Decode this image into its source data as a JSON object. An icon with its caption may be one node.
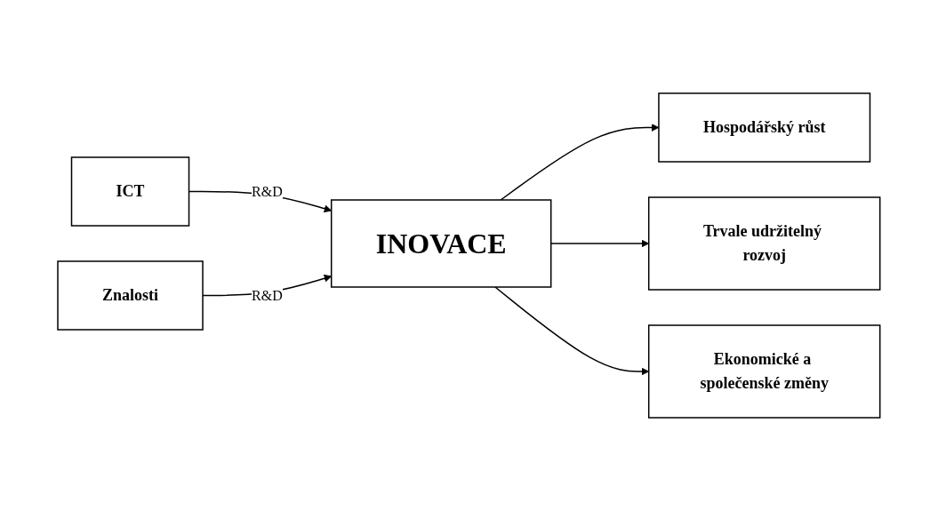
{
  "diagram": {
    "nodes": [
      {
        "text": [
          "ICT"
        ]
      },
      {
        "text": [
          "Znalosti"
        ]
      },
      {
        "text": [
          "INOVACE"
        ]
      },
      {
        "text": [
          "Hospodářský růst"
        ]
      },
      {
        "text": [
          "Trvale udržitelný rozvoj"
        ]
      },
      {
        "text": [
          "Ekonomické a společenské změny"
        ]
      }
    ],
    "edges": [
      {
        "from": 0,
        "to": 2,
        "arrow": "to",
        "label": "R&D"
      },
      {
        "from": 1,
        "to": 2,
        "arrow": "to",
        "label": "R&D"
      },
      {
        "from": 2,
        "to": 3,
        "arrow": "to"
      },
      {
        "from": 2,
        "to": 4,
        "arrow": "to"
      },
      {
        "from": 2,
        "to": 5,
        "arrow": "to"
      }
    ]
  }
}
